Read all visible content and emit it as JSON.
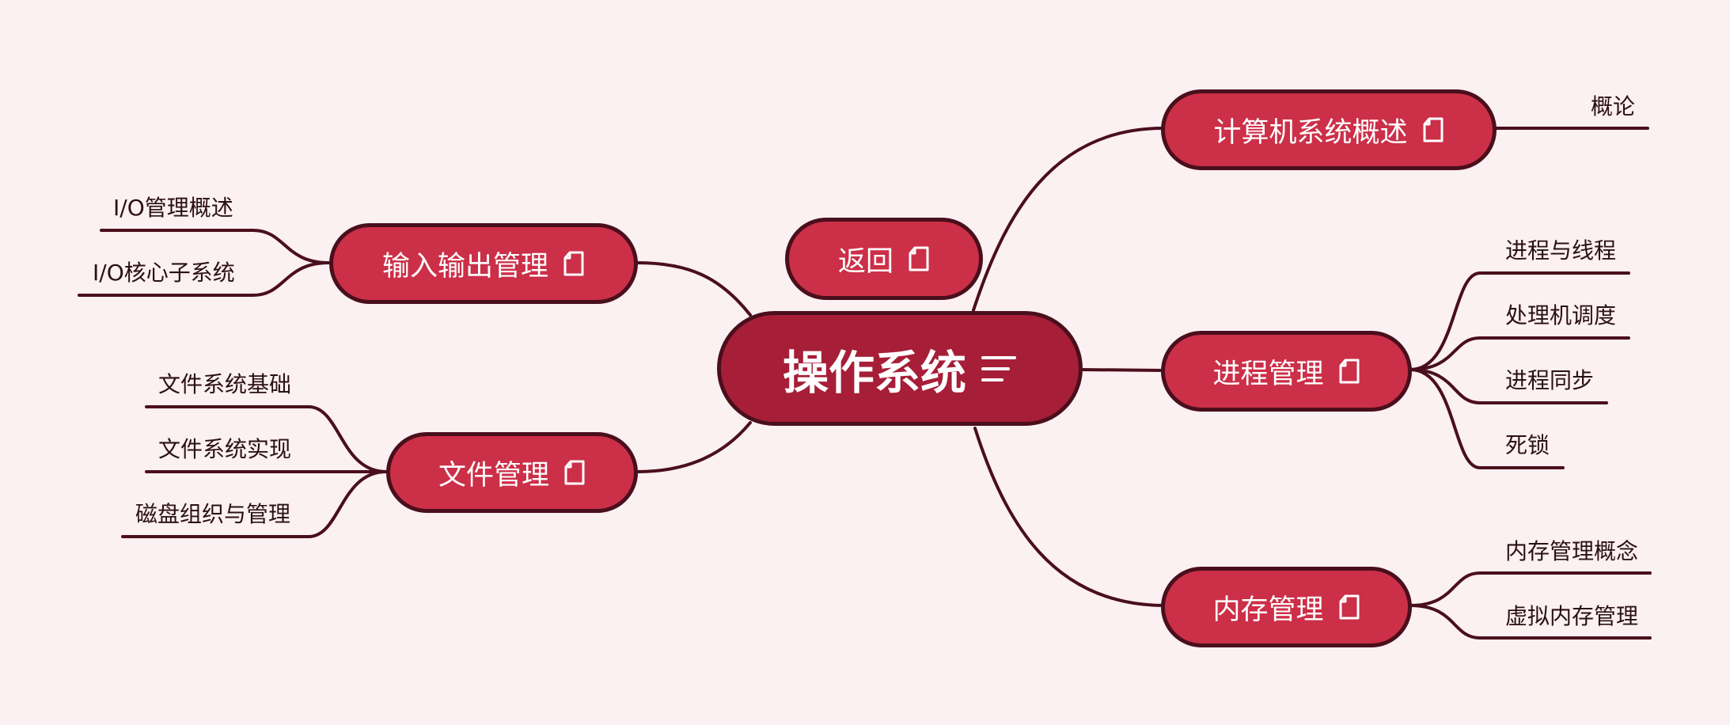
{
  "central": {
    "label": "操作系统",
    "icon": "menu-lines-icon"
  },
  "back": {
    "label": "返回",
    "icon": "note-icon"
  },
  "topics": {
    "computer_overview": {
      "label": "计算机系统概述",
      "icon": "note-icon",
      "children": [
        "概论"
      ]
    },
    "process": {
      "label": "进程管理",
      "icon": "note-icon",
      "children": [
        "进程与线程",
        "处理机调度",
        "进程同步",
        "死锁"
      ]
    },
    "memory": {
      "label": "内存管理",
      "icon": "note-icon",
      "children": [
        "内存管理概念",
        "虚拟内存管理"
      ]
    },
    "io": {
      "label": "输入输出管理",
      "icon": "note-icon",
      "children": [
        "I/O管理概述",
        "I/O核心子系统"
      ]
    },
    "file": {
      "label": "文件管理",
      "icon": "note-icon",
      "children": [
        "文件系统基础",
        "文件系统实现",
        "磁盘组织与管理"
      ]
    }
  },
  "colors": {
    "background": "#fbf0f2",
    "topic_fill": "#cc2f48",
    "central_fill": "#a61e38",
    "line": "#4a0f1c"
  }
}
